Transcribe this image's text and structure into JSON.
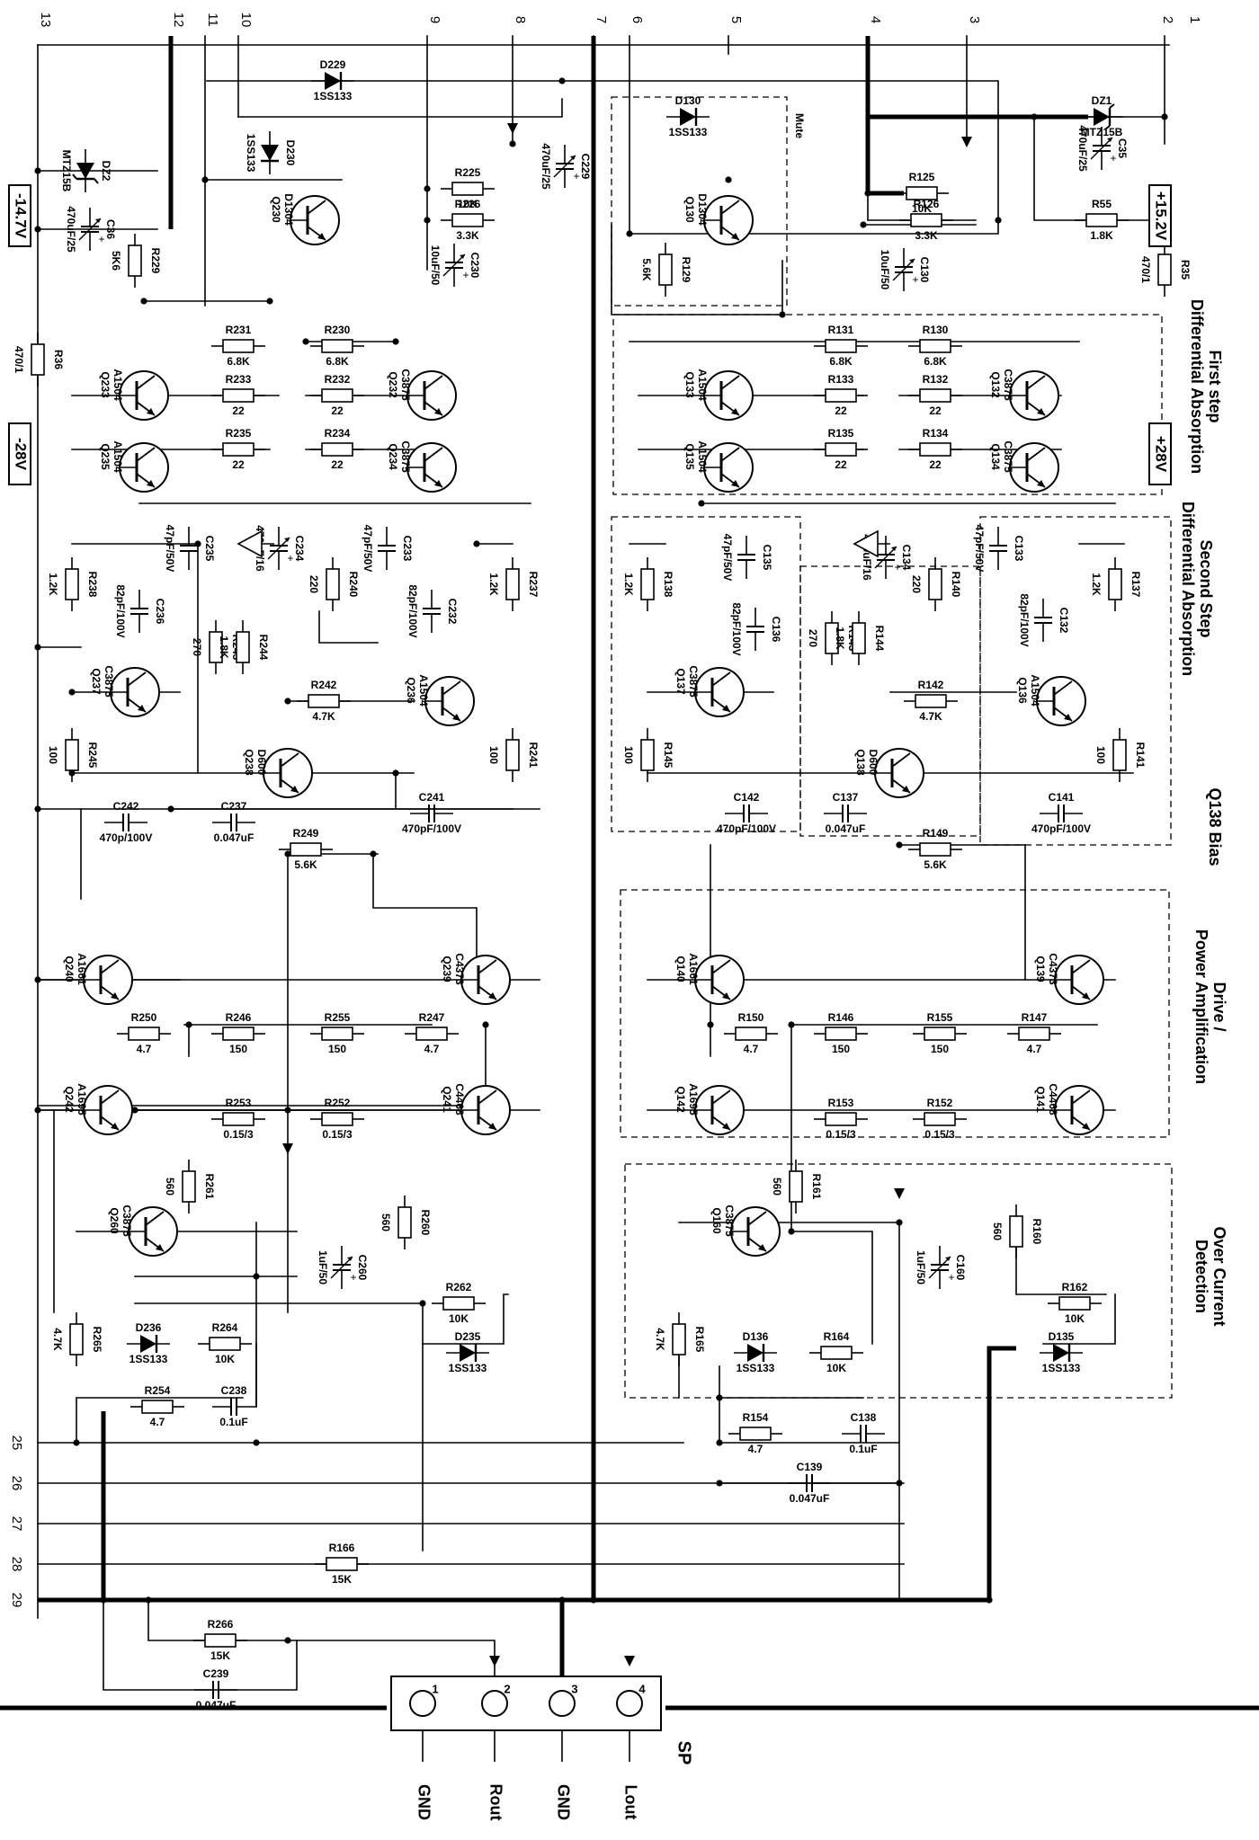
{
  "connector": {
    "title": "SP",
    "pins": [
      {
        "num": "1",
        "label": "GND"
      },
      {
        "num": "2",
        "label": "Rout"
      },
      {
        "num": "3",
        "label": "GND"
      },
      {
        "num": "4",
        "label": "Lout"
      }
    ]
  },
  "top_pins": [
    "1",
    "2",
    "3",
    "4",
    "5",
    "6",
    "7",
    "8",
    "9",
    "10",
    "11",
    "12",
    "13"
  ],
  "left_pins": [
    "25",
    "26",
    "27",
    "28",
    "29"
  ],
  "rails": [
    {
      "label": "-14.7V"
    },
    {
      "label": "-28V"
    },
    {
      "label": "+15.2V"
    },
    {
      "label": "+28V"
    }
  ],
  "blocks": [
    {
      "label": "Mute"
    },
    {
      "label": "First step Differential Absorption"
    },
    {
      "label": "Second Step Differential Absorption"
    },
    {
      "label": "Q138 Bias"
    },
    {
      "label": "Drive / Power Amplification"
    },
    {
      "label": "Over Current Detection"
    }
  ],
  "components": [
    {
      "ref": "DZ1",
      "value": "MTZ15B"
    },
    {
      "ref": "DZ2",
      "value": "MTZ15B"
    },
    {
      "ref": "D229",
      "value": "1SS133"
    },
    {
      "ref": "D230",
      "value": "1SS133"
    },
    {
      "ref": "Q230",
      "value": "D1304"
    },
    {
      "ref": "C36",
      "value": "470uF/25"
    },
    {
      "ref": "R229",
      "value": "5K6"
    },
    {
      "ref": "R36",
      "value": "470/1"
    },
    {
      "ref": "R225",
      "value": "10K"
    },
    {
      "ref": "R226",
      "value": "3.3K"
    },
    {
      "ref": "C229",
      "value": "470uF/25"
    },
    {
      "ref": "C230",
      "value": "10uF/50"
    },
    {
      "ref": "D130",
      "value": "1SS133"
    },
    {
      "ref": "Q130",
      "value": "D1304"
    },
    {
      "ref": "R129",
      "value": "5.6K"
    },
    {
      "ref": "R125",
      "value": "10K"
    },
    {
      "ref": "R126",
      "value": "3.3K"
    },
    {
      "ref": "C130",
      "value": "10uF/50"
    },
    {
      "ref": "C35",
      "value": "470uF/25"
    },
    {
      "ref": "R55",
      "value": "1.8K"
    },
    {
      "ref": "R35",
      "value": "470/1"
    },
    {
      "ref": "Q233",
      "value": "A1504"
    },
    {
      "ref": "R231",
      "value": "6.8K"
    },
    {
      "ref": "R233",
      "value": "22"
    },
    {
      "ref": "R230",
      "value": "6.8K"
    },
    {
      "ref": "R232",
      "value": "22"
    },
    {
      "ref": "Q232",
      "value": "C3875"
    },
    {
      "ref": "Q235",
      "value": "A1504"
    },
    {
      "ref": "R235",
      "value": "22"
    },
    {
      "ref": "R234",
      "value": "22"
    },
    {
      "ref": "Q234",
      "value": "C3875"
    },
    {
      "ref": "Q133",
      "value": "A1504"
    },
    {
      "ref": "R131",
      "value": "6.8K"
    },
    {
      "ref": "R133",
      "value": "22"
    },
    {
      "ref": "R130",
      "value": "6.8K"
    },
    {
      "ref": "R132",
      "value": "22"
    },
    {
      "ref": "Q132",
      "value": "C3875"
    },
    {
      "ref": "Q135",
      "value": "A1504"
    },
    {
      "ref": "R135",
      "value": "22"
    },
    {
      "ref": "R134",
      "value": "22"
    },
    {
      "ref": "Q134",
      "value": "C3875"
    },
    {
      "ref": "R238",
      "value": "1.2K"
    },
    {
      "ref": "C236",
      "value": "82pF/100V"
    },
    {
      "ref": "C235",
      "value": "47pF/50V"
    },
    {
      "ref": "C234",
      "value": "470uF/16"
    },
    {
      "ref": "R240",
      "value": "220"
    },
    {
      "ref": "C233",
      "value": "47pF/50V"
    },
    {
      "ref": "C232",
      "value": "82pF/100V"
    },
    {
      "ref": "R237",
      "value": "1.2K"
    },
    {
      "ref": "R243",
      "value": "270"
    },
    {
      "ref": "R244",
      "value": "1.8K"
    },
    {
      "ref": "Q237",
      "value": "C3875"
    },
    {
      "ref": "Q238",
      "value": "D600"
    },
    {
      "ref": "R242",
      "value": "4.7K"
    },
    {
      "ref": "Q236",
      "value": "A1504"
    },
    {
      "ref": "R245",
      "value": "100"
    },
    {
      "ref": "R241",
      "value": "100"
    },
    {
      "ref": "C242",
      "value": "470p/100V"
    },
    {
      "ref": "C237",
      "value": "0.047uF"
    },
    {
      "ref": "C241",
      "value": "470pF/100V"
    },
    {
      "ref": "R138",
      "value": "1.2K"
    },
    {
      "ref": "C135",
      "value": "47pF/50V"
    },
    {
      "ref": "C136",
      "value": "82pF/100V"
    },
    {
      "ref": "C134",
      "value": "470uF/16"
    },
    {
      "ref": "R140",
      "value": "220"
    },
    {
      "ref": "C133",
      "value": "47pF/50V"
    },
    {
      "ref": "C132",
      "value": "82pF/100V"
    },
    {
      "ref": "R137",
      "value": "1.2K"
    },
    {
      "ref": "R143",
      "value": "270"
    },
    {
      "ref": "R144",
      "value": "1.8K"
    },
    {
      "ref": "Q137",
      "value": "C3875"
    },
    {
      "ref": "Q138",
      "value": "D600"
    },
    {
      "ref": "R142",
      "value": "4.7K"
    },
    {
      "ref": "Q136",
      "value": "A1504"
    },
    {
      "ref": "R145",
      "value": "100"
    },
    {
      "ref": "R141",
      "value": "100"
    },
    {
      "ref": "C142",
      "value": "470pF/100V"
    },
    {
      "ref": "C137",
      "value": "0.047uF"
    },
    {
      "ref": "C141",
      "value": "470pF/100V"
    },
    {
      "ref": "R249",
      "value": "5.6K"
    },
    {
      "ref": "R149",
      "value": "5.6K"
    },
    {
      "ref": "Q240",
      "value": "A1661"
    },
    {
      "ref": "Q239",
      "value": "C4373"
    },
    {
      "ref": "Q242",
      "value": "A1695"
    },
    {
      "ref": "R250",
      "value": "4.7"
    },
    {
      "ref": "R246",
      "value": "150"
    },
    {
      "ref": "R255",
      "value": "150"
    },
    {
      "ref": "R247",
      "value": "4.7"
    },
    {
      "ref": "Q241",
      "value": "C4468"
    },
    {
      "ref": "R253",
      "value": "0.15/3"
    },
    {
      "ref": "R252",
      "value": "0.15/3"
    },
    {
      "ref": "Q140",
      "value": "A1661"
    },
    {
      "ref": "Q139",
      "value": "C4373"
    },
    {
      "ref": "Q142",
      "value": "A1695"
    },
    {
      "ref": "R150",
      "value": "4.7"
    },
    {
      "ref": "R146",
      "value": "150"
    },
    {
      "ref": "R155",
      "value": "150"
    },
    {
      "ref": "R147",
      "value": "4.7"
    },
    {
      "ref": "Q141",
      "value": "C4468"
    },
    {
      "ref": "R153",
      "value": "0.15/3"
    },
    {
      "ref": "R152",
      "value": "0.15/3"
    },
    {
      "ref": "R261",
      "value": "560"
    },
    {
      "ref": "Q260",
      "value": "C3875"
    },
    {
      "ref": "C260",
      "value": "1uF/50"
    },
    {
      "ref": "R260",
      "value": "560"
    },
    {
      "ref": "R262",
      "value": "10K"
    },
    {
      "ref": "R265",
      "value": "4.7K"
    },
    {
      "ref": "D236",
      "value": "1SS133"
    },
    {
      "ref": "R264",
      "value": "10K"
    },
    {
      "ref": "D235",
      "value": "1SS133"
    },
    {
      "ref": "R254",
      "value": "4.7"
    },
    {
      "ref": "C238",
      "value": "0.1uF"
    },
    {
      "ref": "R161",
      "value": "560"
    },
    {
      "ref": "Q160",
      "value": "C3875"
    },
    {
      "ref": "C160",
      "value": "1uF/50"
    },
    {
      "ref": "R160",
      "value": "560"
    },
    {
      "ref": "R162",
      "value": "10K"
    },
    {
      "ref": "R165",
      "value": "4.7K"
    },
    {
      "ref": "D136",
      "value": "1SS133"
    },
    {
      "ref": "R164",
      "value": "10K"
    },
    {
      "ref": "D135",
      "value": "1SS133"
    },
    {
      "ref": "R154",
      "value": "4.7"
    },
    {
      "ref": "C138",
      "value": "0.1uF"
    },
    {
      "ref": "C139",
      "value": "0.047uF"
    },
    {
      "ref": "R166",
      "value": "15K"
    },
    {
      "ref": "R266",
      "value": "15K"
    },
    {
      "ref": "C239",
      "value": "0.047uF"
    }
  ]
}
